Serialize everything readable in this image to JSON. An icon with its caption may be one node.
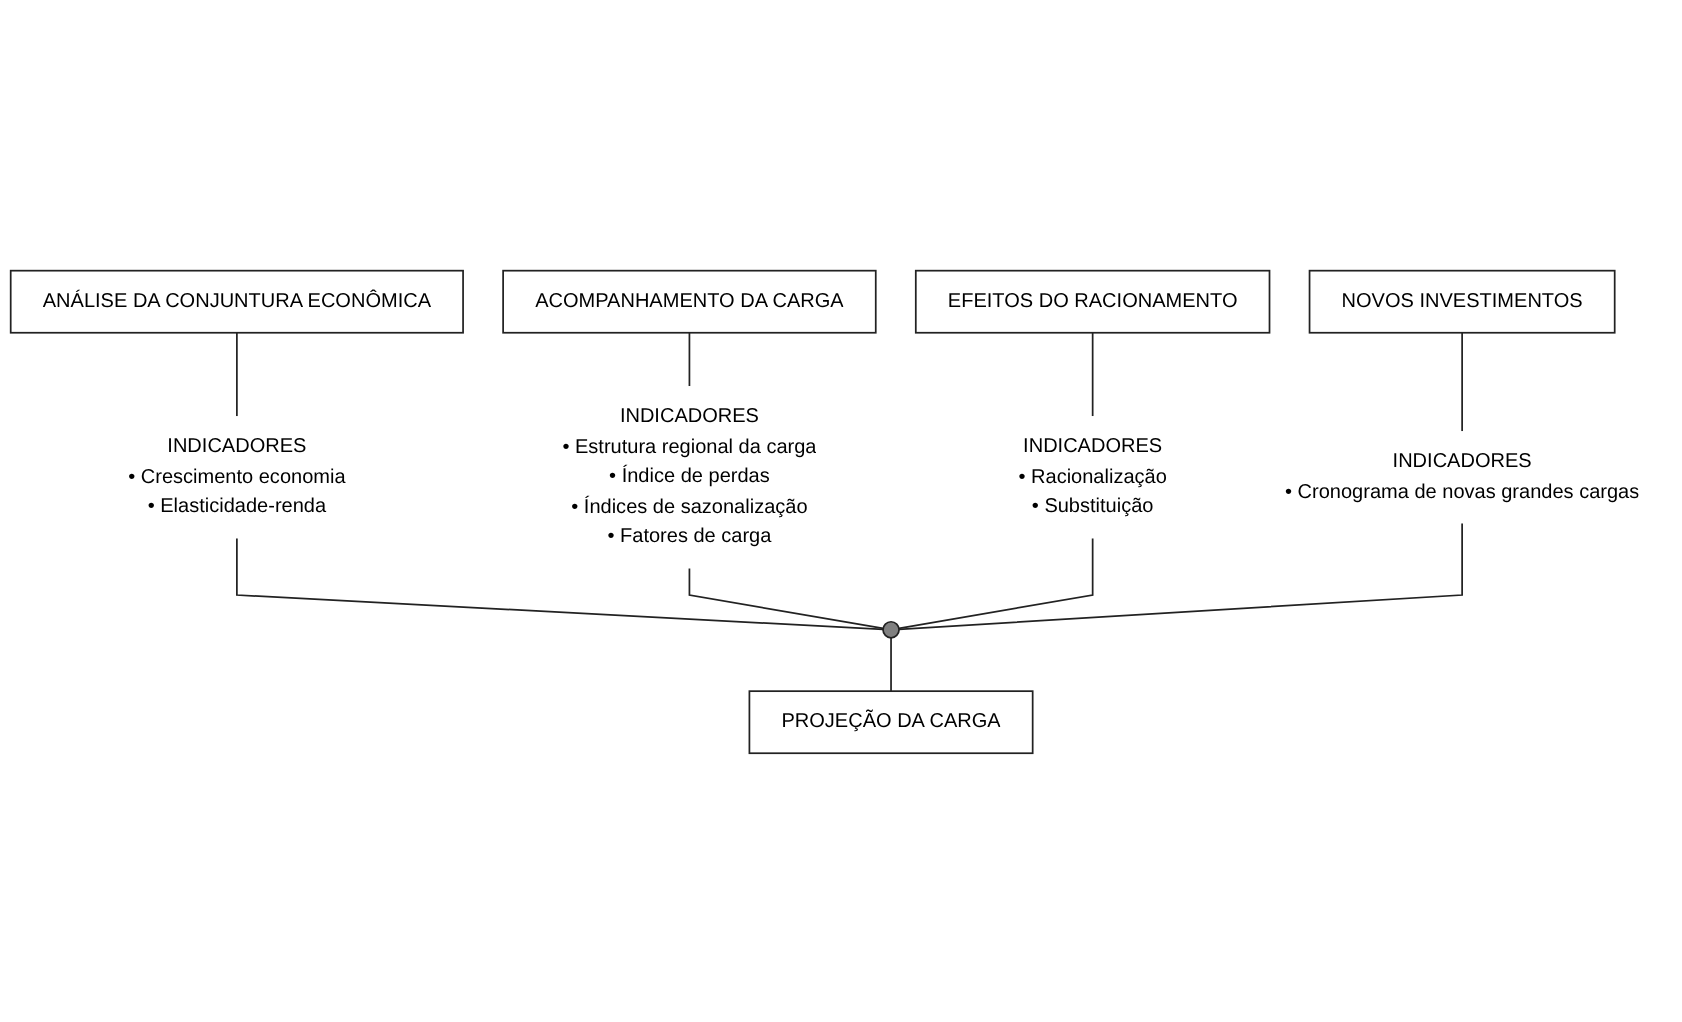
{
  "diagram": {
    "nodes": [
      {
        "text": [
          "ANÁLISE DA CONJUNTURA ECONÔMICA"
        ]
      },
      {
        "text": [
          "ACOMPANHAMENTO DA CARGA"
        ]
      },
      {
        "text": [
          "EFEITOS DO RACIONAMENTO"
        ]
      },
      {
        "text": [
          "NOVOS INVESTIMENTOS"
        ]
      },
      {
        "text": [
          "INDICADORES",
          "• Crescimento economia",
          "• Elasticidade-renda"
        ]
      },
      {
        "text": [
          "INDICADORES",
          "• Estrutura regional da carga",
          "• Índice de perdas",
          "• Índices de sazonalização",
          "• Fatores de carga"
        ]
      },
      {
        "text": [
          "INDICADORES",
          "• Racionalização",
          "• Substituição"
        ]
      },
      {
        "text": [
          "INDICADORES",
          "• Cronograma de novas grandes cargas"
        ]
      },
      {
        "text": [],
        "shape": "circle"
      },
      {
        "text": [
          "PROJEÇÃO DA CARGA"
        ]
      }
    ],
    "edges": [
      {
        "from": 0,
        "to": 4,
        "arrow": "none"
      },
      {
        "from": 1,
        "to": 5,
        "arrow": "none"
      },
      {
        "from": 2,
        "to": 6,
        "arrow": "none"
      },
      {
        "from": 3,
        "to": 7,
        "arrow": "none"
      },
      {
        "from": 4,
        "to": 8,
        "arrow": "none"
      },
      {
        "from": 5,
        "to": 8,
        "arrow": "none"
      },
      {
        "from": 6,
        "to": 8,
        "arrow": "none"
      },
      {
        "from": 7,
        "to": 8,
        "arrow": "none"
      },
      {
        "from": 8,
        "to": 9,
        "arrow": "none"
      }
    ]
  }
}
